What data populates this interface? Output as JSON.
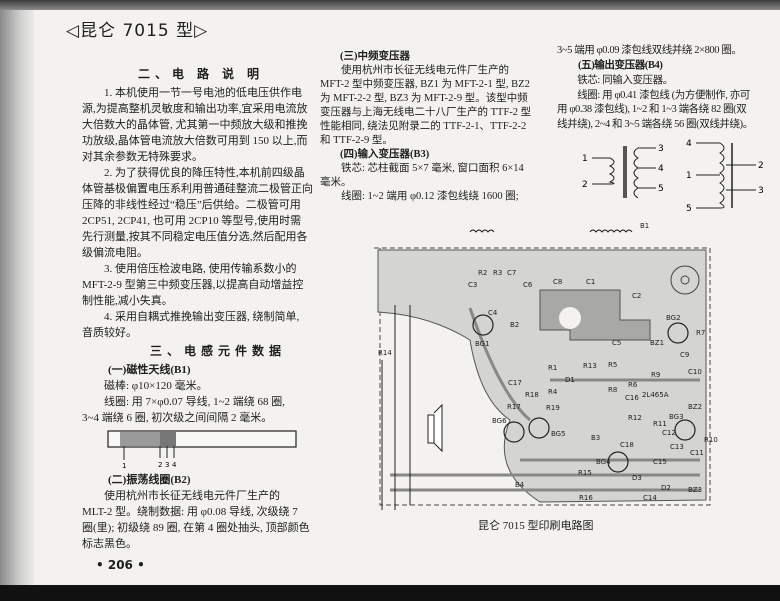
{
  "header": {
    "title": "◁昆仑 7015 型▷"
  },
  "left": {
    "section2_title": "二、电 路 说 明",
    "paragraphs": [
      "　　1. 本机使用一节一号电池的低电压供作电\n源,为提高整机灵敏度和输出功率,宜采用电流放\n大倍数大的晶体管, 尤其第一中频放大级和推挽\n功放级,晶体管电流放大倍数可用到 150 以上,而\n对其余参数无特殊要求。",
      "　　2. 为了获得优良的降压特性,本机前四级晶\n体管基极偏置电压系利用普通硅整流二极管正向\n压降的非线性经过“稳压”后供给。二极管可用\n2CP51, 2CP41, 也可用 2CP10 等型号,使用时需\n先行测量,按其不同稳定电压值分选,然后配用各\n级偏流电阻。",
      "　　3. 使用倍压检波电路, 使用传输系数小的\nMFT-2-9 型第三中频变压器,以提高自动增益控\n制性能,减小失真。",
      "　　4. 采用自耦式推挽输出变压器, 绕制简单,\n音质较好。"
    ],
    "section3_title": "三、电感元件数据",
    "b1_title": "(一)磁性天线(B1)",
    "b1_lines": "　　磁棒: φ10×120 毫米。\n　　线圈: 用 7×φ0.07 导线, 1~2 端绕 68 圈,\n3~4 端绕 6 圈, 初次级之间间隔 2 毫米。",
    "antenna_labels": [
      "1",
      "2",
      "3",
      "4"
    ],
    "b2_title": "(二)振荡线圈(B2)",
    "b2_text": "　　使用杭州市长征无线电元件厂生产的\nMLT-2 型。绕制数据: 用 φ0.08 导线, 次级绕 7\n圈(里); 初级绕 89 圈, 在第 4 圈处抽头, 顶部颜色\n标志黑色。",
    "page_number": "• 206 •"
  },
  "middle": {
    "ift_title": "(三)中频变压器",
    "ift_text": "　　使用杭州市长征无线电元件厂生产的\nMFT-2 型中频变压器, BZ1 为 MFT-2-1 型, BZ2\n为 MFT-2-2 型, BZ3 为 MFT-2-9 型。该型中频\n变压器与上海无线电二十八厂生产的 TTF-2 型\n性能相同, 绕法见附录二的 TTF-2-1、TTF-2-2\n和 TTF-2-9 型。",
    "b3_title": "(四)输入变压器(B3)",
    "b3_text": "　　铁芯: 芯柱截面 5×7 毫米, 窗口面积 6×14\n毫米。\n　　线圈: 1~2 端用 φ0.12 漆包线绕 1600 圈;"
  },
  "right": {
    "b3_cont": "3~5 端用 φ0.09 漆包线双线并绕 2×800 圈。",
    "b4_title": "(五)输出变压器(B4)",
    "b4_text": "　　铁芯: 同输入变压器。\n　　线圈: 用 φ0.41 漆包线 (为方便制作, 亦可\n用 φ0.38 漆包线), 1~2 和 1~3 端各绕 82 圈(双\n线并绕), 2~4 和 3~5 端各绕 56 圈(双线并绕)。",
    "t1_pins": [
      "1",
      "2",
      "3",
      "4",
      "5"
    ],
    "t2_pins": [
      "4",
      "1",
      "5",
      "2",
      "3"
    ]
  },
  "pcb": {
    "caption": "昆仑 7015 型印刷电路图",
    "labels": [
      "B1",
      "R2",
      "R3",
      "C7",
      "C3",
      "C6",
      "C8",
      "C1",
      "C2",
      "C4",
      "B2",
      "BG1",
      "BG2",
      "R7",
      "C5",
      "BZ1",
      "C9",
      "R14",
      "R1",
      "R13",
      "R5",
      "D1",
      "C17",
      "R4",
      "R9",
      "R6",
      "R8",
      "C10",
      "R18",
      "2L465A",
      "C16",
      "R17",
      "R19",
      "BZ2",
      "BG6",
      "BG5",
      "B3",
      "R12",
      "R11",
      "BG3",
      "R10",
      "C12",
      "C13",
      "C18",
      "C11",
      "BG4",
      "C15",
      "R15",
      "D3",
      "D2",
      "BZ3",
      "B4",
      "R16",
      "C14"
    ]
  }
}
